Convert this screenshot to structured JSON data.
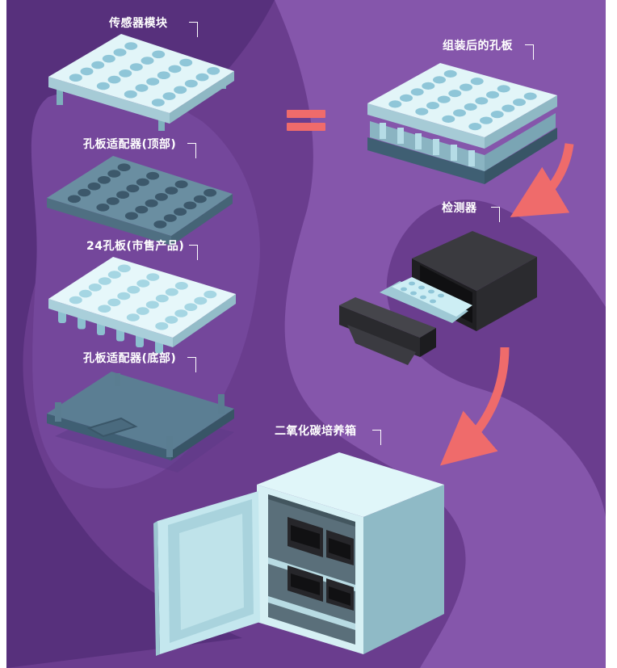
{
  "labels": {
    "sensor_module": "传感器模块",
    "adapter_top": "孔板适配器(顶部)",
    "plate_24": "24孔板(市售产品)",
    "adapter_bottom": "孔板适配器(底部)",
    "assembled_plate": "组装后的孔板",
    "detector": "检测器",
    "incubator": "二氧化碳培养箱"
  },
  "colors": {
    "background": "#6a3d8e",
    "blob_light": "#8a55ad",
    "blob_dark": "#55307a",
    "plate_top": "#ddf2f6",
    "plate_side": "#9fc3cf",
    "well": "#8fc6d8",
    "adapter_top": "#5e7f93",
    "adapter_hole": "#3f5c70",
    "arrow": "#ef6b6b",
    "detector_body": "#2f2f33",
    "incubator_front": "#d6f0f4",
    "incubator_side": "#8fbac6"
  },
  "icons": [
    "equals-icon",
    "curved-arrow-icon",
    "down-arrow-icon"
  ]
}
